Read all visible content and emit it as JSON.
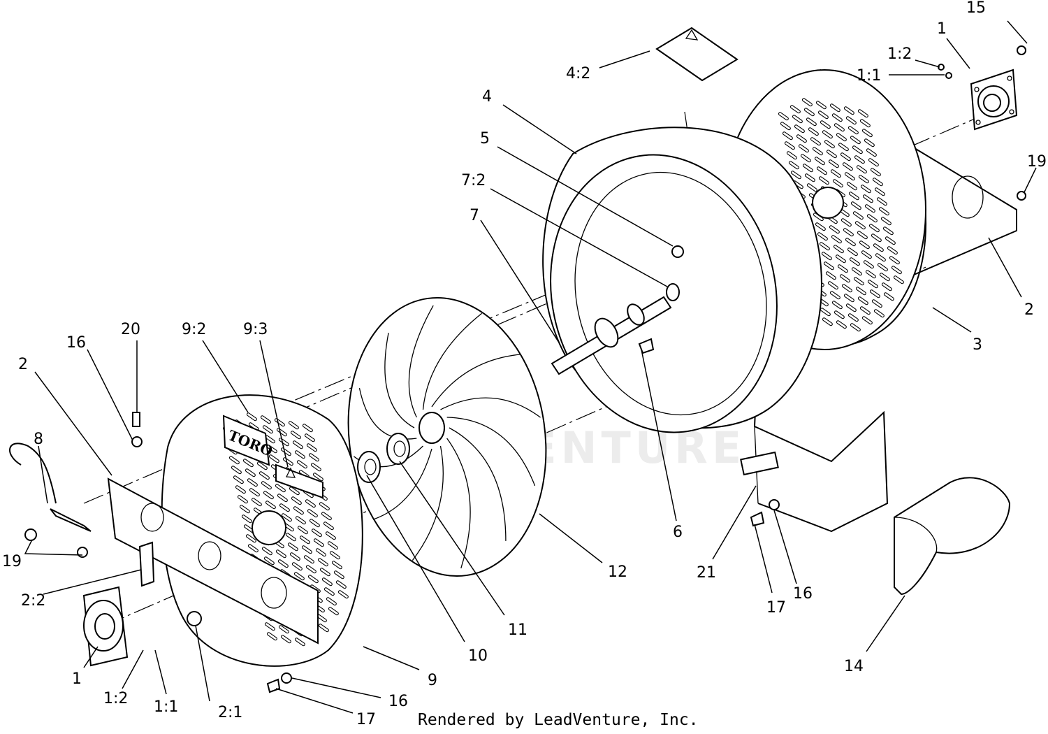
{
  "watermark_text": "LEADVENTURE",
  "logo_text": "TORO",
  "credit": "Rendered by LeadVenture, Inc.",
  "callouts": [
    {
      "id": "c15",
      "label": "15"
    },
    {
      "id": "c1-top",
      "label": "1"
    },
    {
      "id": "c1-2-top",
      "label": "1:2"
    },
    {
      "id": "c1-1-top",
      "label": "1:1"
    },
    {
      "id": "c4-2",
      "label": "4:2"
    },
    {
      "id": "c4",
      "label": "4"
    },
    {
      "id": "c5",
      "label": "5"
    },
    {
      "id": "c7-2",
      "label": "7:2"
    },
    {
      "id": "c7",
      "label": "7"
    },
    {
      "id": "c19-right",
      "label": "19"
    },
    {
      "id": "c2-right",
      "label": "2"
    },
    {
      "id": "c3",
      "label": "3"
    },
    {
      "id": "c20",
      "label": "20"
    },
    {
      "id": "c16-left",
      "label": "16"
    },
    {
      "id": "c9-2",
      "label": "9:2"
    },
    {
      "id": "c9-3",
      "label": "9:3"
    },
    {
      "id": "c2-left",
      "label": "2"
    },
    {
      "id": "c8",
      "label": "8"
    },
    {
      "id": "c19-left",
      "label": "19"
    },
    {
      "id": "c2-2",
      "label": "2:2"
    },
    {
      "id": "c1-bottom",
      "label": "1"
    },
    {
      "id": "c1-2-bottom",
      "label": "1:2"
    },
    {
      "id": "c1-1-bottom",
      "label": "1:1"
    },
    {
      "id": "c2-1",
      "label": "2:1"
    },
    {
      "id": "c16-bottom",
      "label": "16"
    },
    {
      "id": "c17-bottom",
      "label": "17"
    },
    {
      "id": "c9",
      "label": "9"
    },
    {
      "id": "c10",
      "label": "10"
    },
    {
      "id": "c11",
      "label": "11"
    },
    {
      "id": "c12",
      "label": "12"
    },
    {
      "id": "c6",
      "label": "6"
    },
    {
      "id": "c21",
      "label": "21"
    },
    {
      "id": "c17-right",
      "label": "17"
    },
    {
      "id": "c16-right",
      "label": "16"
    },
    {
      "id": "c14",
      "label": "14"
    }
  ]
}
